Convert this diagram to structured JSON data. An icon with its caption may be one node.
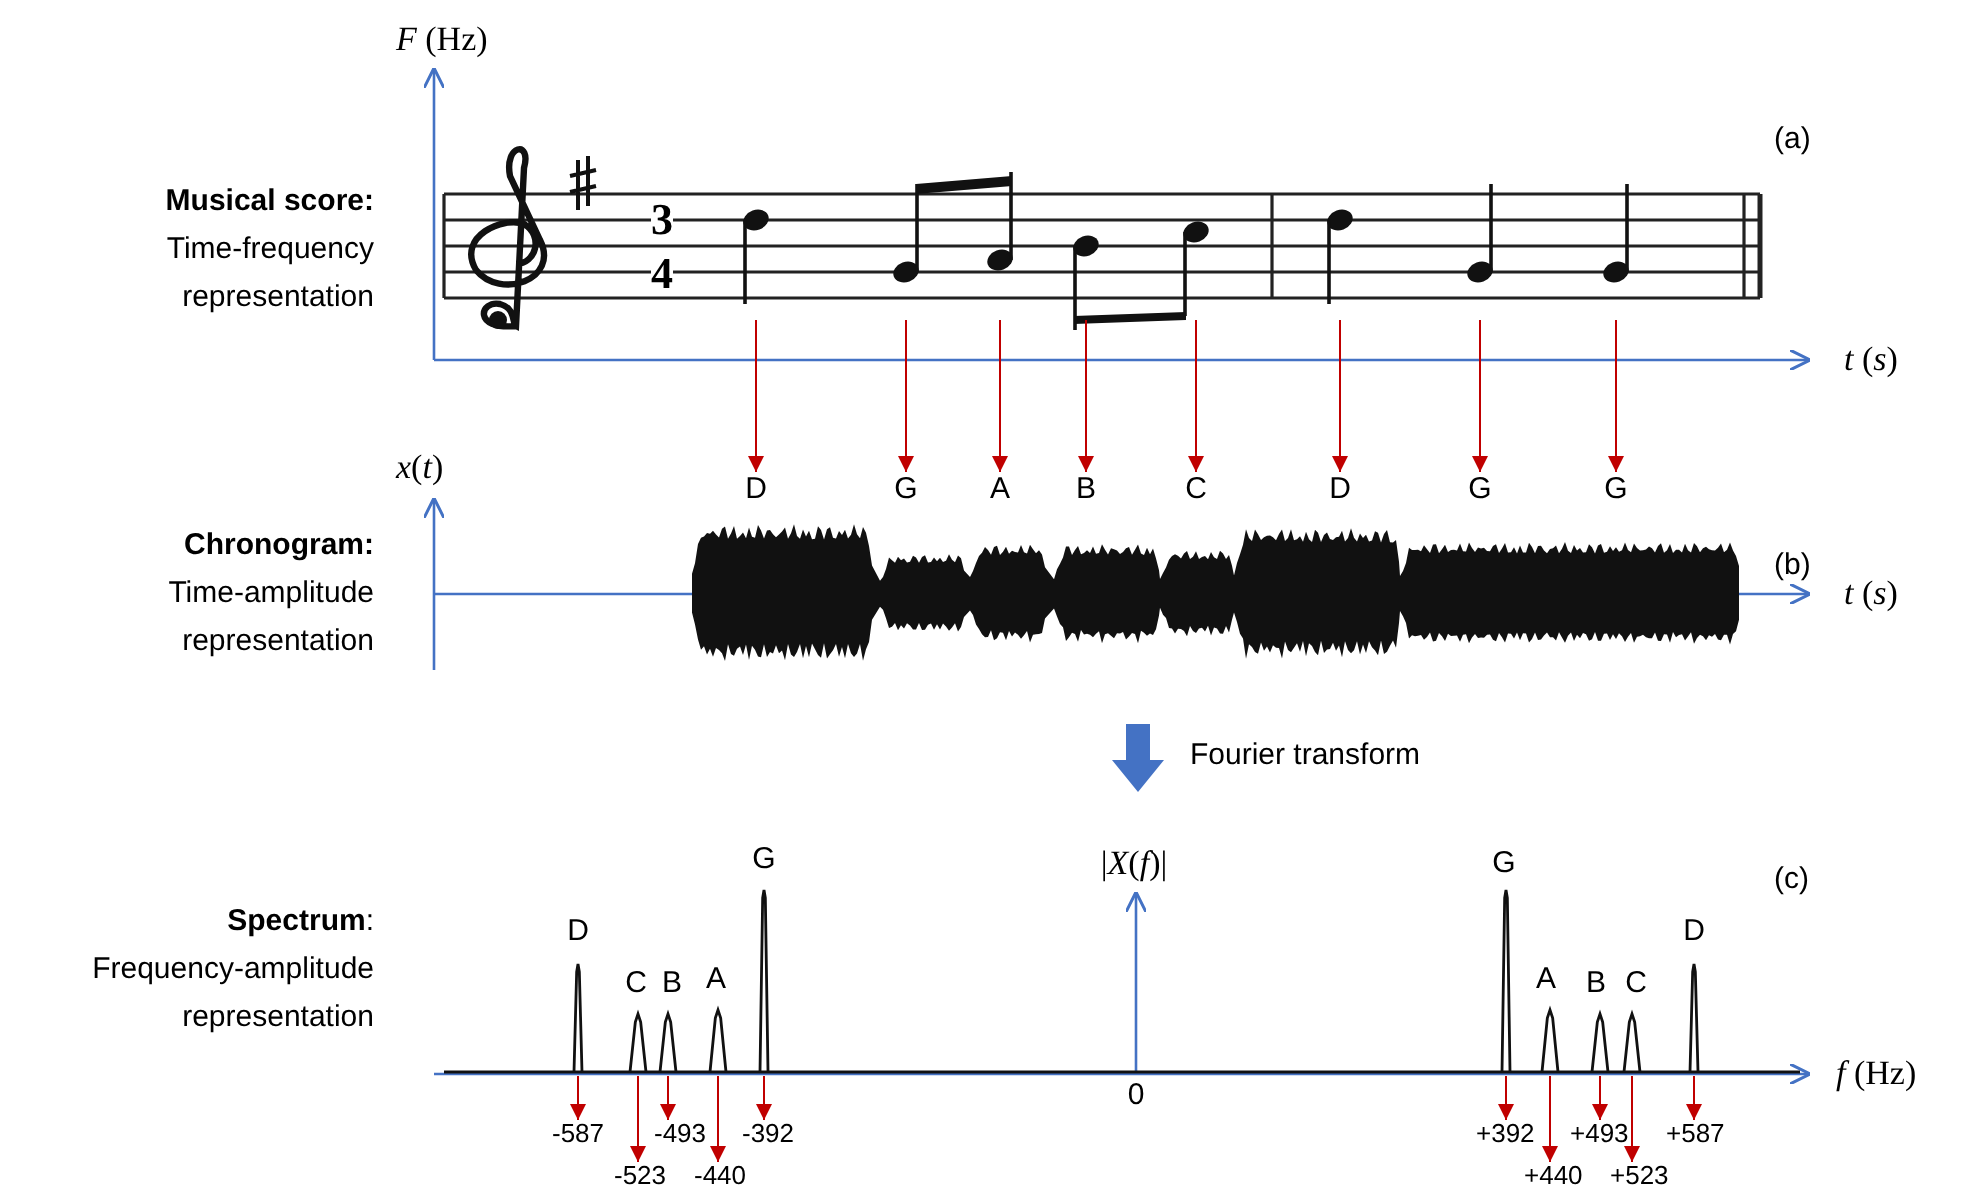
{
  "diagram": {
    "nodes": [
      {
        "text": [
          "D"
        ]
      },
      {
        "text": [
          "G"
        ]
      },
      {
        "text": [
          "A"
        ]
      },
      {
        "text": [
          "B"
        ]
      },
      {
        "text": [
          "C"
        ]
      },
      {
        "text": [
          "D"
        ]
      },
      {
        "text": [
          "G"
        ]
      },
      {
        "text": [
          "G"
        ]
      },
      {
        "text": [
          "-587"
        ]
      },
      {
        "text": [
          "-523"
        ]
      },
      {
        "text": [
          "-493"
        ]
      },
      {
        "text": [
          "-440"
        ]
      },
      {
        "text": [
          "-392"
        ]
      },
      {
        "text": [
          "+392"
        ]
      },
      {
        "text": [
          "+440"
        ]
      },
      {
        "text": [
          "+493"
        ]
      },
      {
        "text": [
          "+523"
        ]
      },
      {
        "text": [
          "+587"
        ]
      },
      {
        "text": [],
        "shape": "peak"
      },
      {
        "text": [],
        "shape": "peak"
      },
      {
        "text": [],
        "shape": "peak"
      },
      {
        "text": [],
        "shape": "peak"
      },
      {
        "text": [],
        "shape": "peak"
      },
      {
        "text": [],
        "shape": "peak"
      },
      {
        "text": [],
        "shape": "peak"
      },
      {
        "text": [],
        "shape": "peak"
      },
      {
        "text": [],
        "shape": "peak"
      },
      {
        "text": [],
        "shape": "peak"
      }
    ],
    "edges": [
      {
        "from": null,
        "to": 0,
        "arrow": "to"
      },
      {
        "from": null,
        "to": 1,
        "arrow": "to"
      },
      {
        "from": null,
        "to": 2,
        "arrow": "to"
      },
      {
        "from": null,
        "to": 3,
        "arrow": "to"
      },
      {
        "from": null,
        "to": 4,
        "arrow": "to"
      },
      {
        "from": null,
        "to": 5,
        "arrow": "to"
      },
      {
        "from": null,
        "to": 6,
        "arrow": "to"
      },
      {
        "from": null,
        "to": 7,
        "arrow": "to"
      },
      {
        "from": 18,
        "to": 8,
        "arrow": "to"
      },
      {
        "from": 19,
        "to": 9,
        "arrow": "to"
      },
      {
        "from": 20,
        "to": 10,
        "arrow": "to"
      },
      {
        "from": 21,
        "to": 11,
        "arrow": "to"
      },
      {
        "from": 22,
        "to": 12,
        "arrow": "to"
      },
      {
        "from": 23,
        "to": 13,
        "arrow": "to"
      },
      {
        "from": 24,
        "to": 14,
        "arrow": "to"
      },
      {
        "from": 25,
        "to": 15,
        "arrow": "to"
      },
      {
        "from": 26,
        "to": 16,
        "arrow": "to"
      },
      {
        "from": 27,
        "to": 17,
        "arrow": "to"
      }
    ],
    "labels": [
      "*F* (Hz)",
      "(a)",
      "Musical score:",
      "3",
      "4",
      "Time-frequency representation",
      "*t* (*s*)",
      "*x*(*t*)",
      "(b)",
      "Chronogram:",
      "Time-amplitude representation",
      "*t* (*s*)",
      "Fourier transform",
      "**Spectrum**:",
      "Frequency-amplitude representation",
      "|*X*(*f*)|",
      "(c)",
      "D",
      "C",
      "B",
      "A",
      "G",
      "G",
      "A",
      "B",
      "C",
      "D",
      "*f* (Hz)",
      "0"
    ]
  }
}
